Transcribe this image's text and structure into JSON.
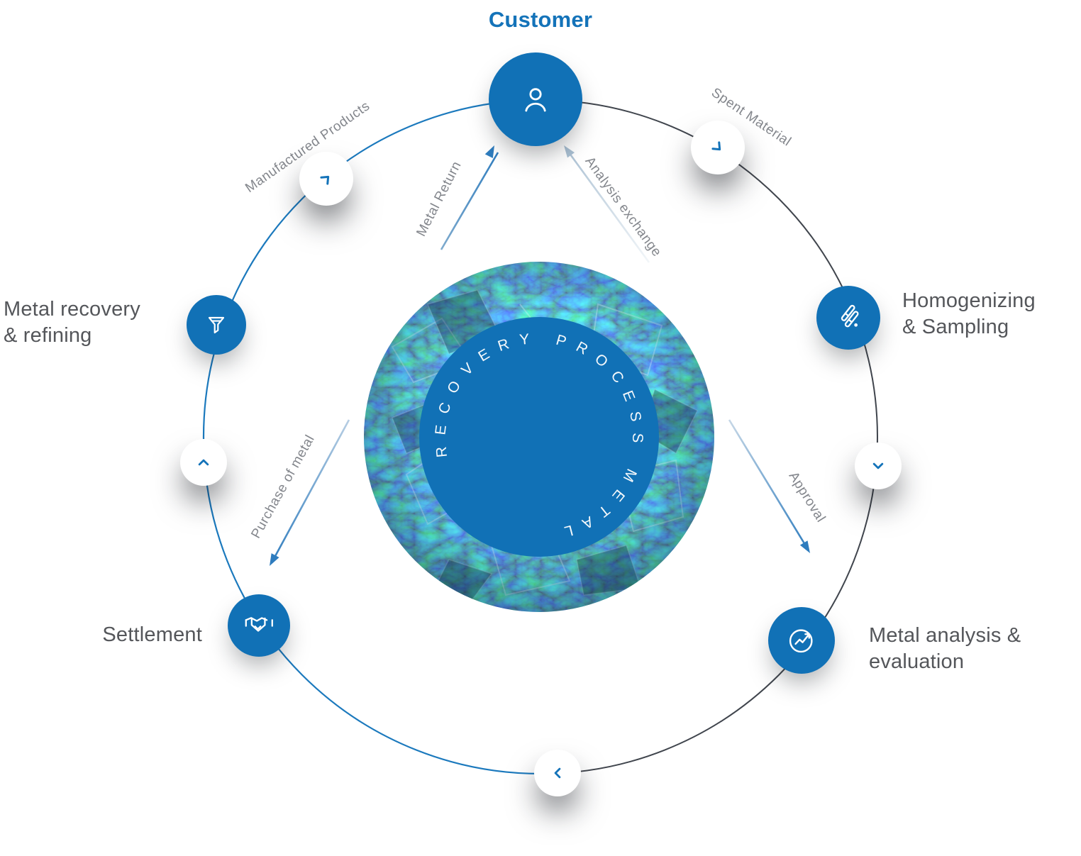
{
  "colors": {
    "accent_blue": "#1473b9",
    "node_blue": "#1171b6",
    "ring_blue": "#1b79bd",
    "ring_dark": "#40454d",
    "label_gray": "#54565a"
  },
  "diagram": {
    "center_text": "RECOVERY PROCESS METAL",
    "nodes": {
      "customer": "Customer",
      "homogenizing": "Homogenizing\n& Sampling",
      "analysis": "Metal analysis &\nevaluation",
      "settlement": "Settlement",
      "recovery": "Metal recovery\n& refining"
    },
    "ring_labels": {
      "manufactured": "Manufactured Products",
      "spent": "Spent Material"
    },
    "arrow_labels": {
      "metal_return": "Metal Return",
      "analysis_exchange": "Analysis exchange",
      "purchase": "Purchase of metal",
      "approval": "Approval"
    },
    "icons": {
      "customer": "person-icon",
      "spent": "arrow-down-right-icon",
      "manufactured": "arrow-up-right-icon",
      "homogenizing": "test-tubes-icon",
      "right": "chevron-down-icon",
      "analysis": "gauge-chart-icon",
      "bottom": "chevron-left-icon",
      "settlement": "handshake-icon",
      "left": "chevron-up-icon",
      "recovery": "funnel-icon"
    }
  }
}
